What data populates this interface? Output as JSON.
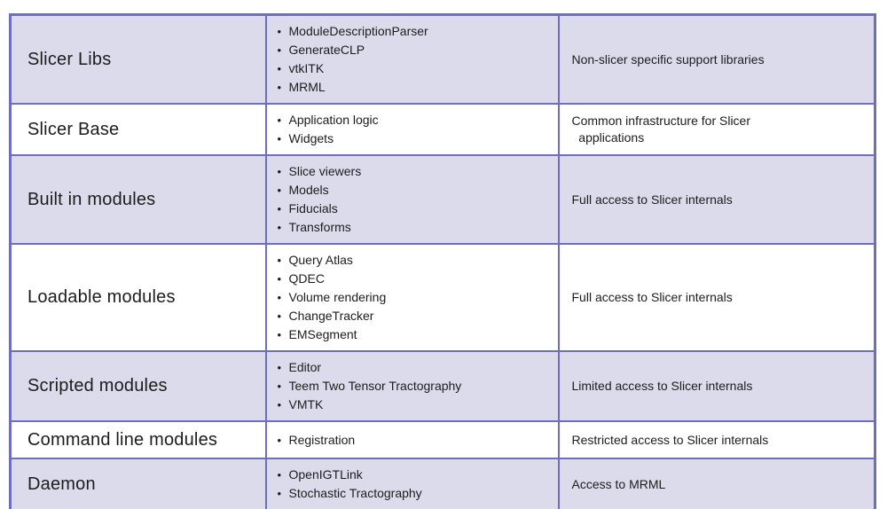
{
  "colors": {
    "table_border": "#6e6ec0",
    "alt_row_fill": "#dcdbec",
    "text": "#1c1c1c",
    "background": "#ffffff"
  },
  "table": {
    "rows": [
      {
        "category": "Slicer Libs",
        "items": [
          "ModuleDescriptionParser",
          "GenerateCLP",
          "vtkITK",
          "MRML"
        ],
        "description": "Non-slicer specific support libraries"
      },
      {
        "category": "Slicer Base",
        "items": [
          "Application logic",
          "Widgets"
        ],
        "description": "Common infrastructure for Slicer\n  applications"
      },
      {
        "category": "Built in modules",
        "items": [
          "Slice viewers",
          "Models",
          "Fiducials",
          "Transforms"
        ],
        "description": "Full access to Slicer internals"
      },
      {
        "category": "Loadable modules",
        "items": [
          "Query Atlas",
          "QDEC",
          "Volume rendering",
          "ChangeTracker",
          "EMSegment"
        ],
        "description": "Full access to Slicer internals"
      },
      {
        "category": "Scripted modules",
        "items": [
          "Editor",
          "Teem Two Tensor Tractography",
          "VMTK"
        ],
        "description": "Limited access to Slicer internals"
      },
      {
        "category": "Command line modules",
        "items": [
          "Registration"
        ],
        "description": "Restricted access to Slicer internals"
      },
      {
        "category": "Daemon",
        "items": [
          "OpenIGTLink",
          "Stochastic Tractography"
        ],
        "description": "Access to MRML"
      }
    ]
  }
}
